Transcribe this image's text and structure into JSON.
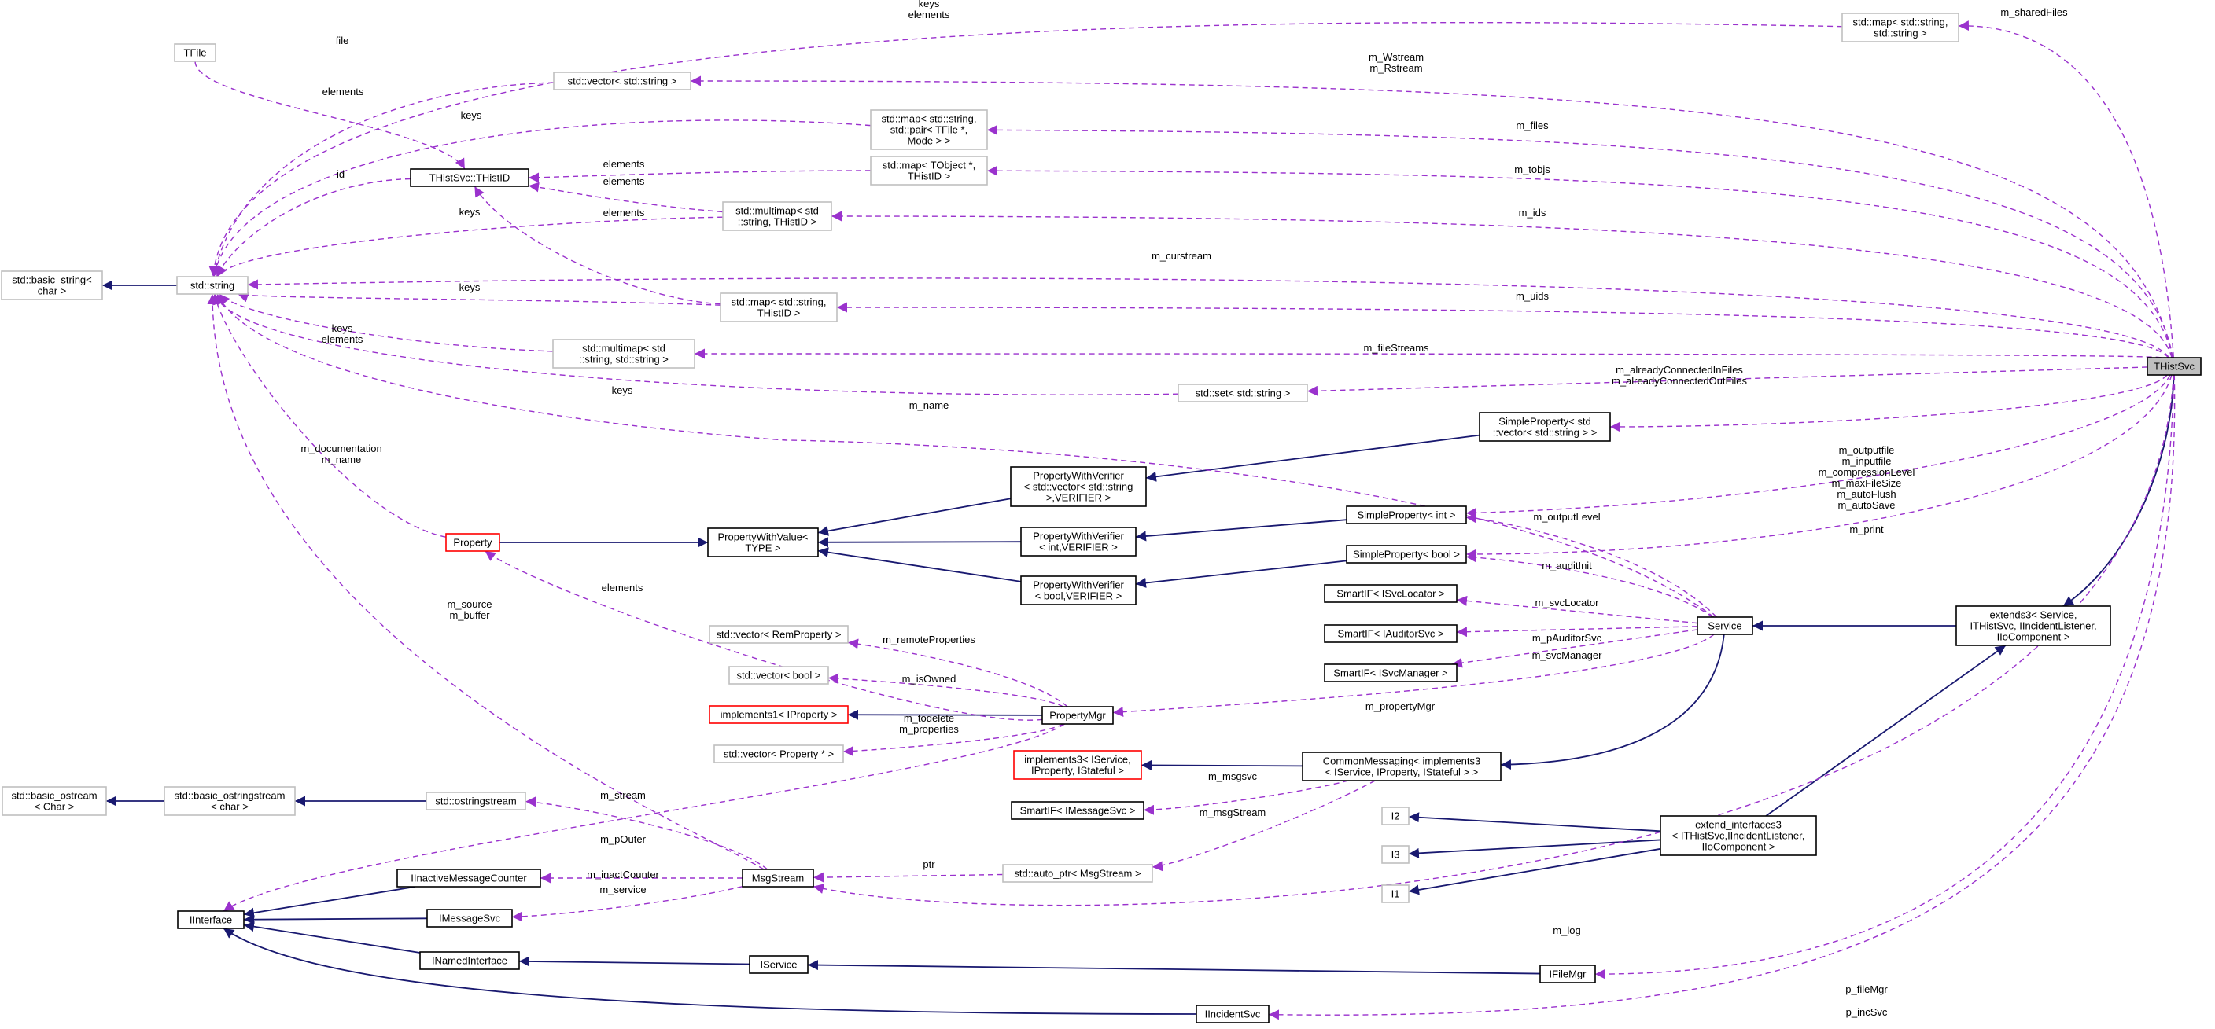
{
  "colors": {
    "inheritance_edge": "#191970",
    "usage_edge": "#9a32cd",
    "box_black": "#000000",
    "box_gray": "#bfbfbf",
    "box_red": "#ff0000",
    "box_highlight_fill": "#bfbfbf"
  },
  "nodes": {
    "TFile": [
      "TFile"
    ],
    "vector_string": [
      "std::vector< std::string >"
    ],
    "map_string_string": [
      "std::map< std::string,",
      "std::string >"
    ],
    "map_string_pair": [
      "std::map< std::string,",
      "std::pair< TFile *,",
      "Mode > >"
    ],
    "THistID": [
      "THistSvc::THistID"
    ],
    "map_TObject_THistID": [
      "std::map< TObject *,",
      "THistID >"
    ],
    "multimap_string_THistID": [
      "std::multimap< std",
      "::string, THistID >"
    ],
    "basic_string": [
      "std::basic_string<",
      "char >"
    ],
    "std_string": [
      "std::string"
    ],
    "map_string_THistID": [
      "std::map< std::string,",
      "THistID >"
    ],
    "multimap_string_string": [
      "std::multimap< std",
      "::string, std::string >"
    ],
    "set_string": [
      "std::set< std::string >"
    ],
    "SimpleProperty_vector": [
      "SimpleProperty< std",
      "::vector< std::string > >"
    ],
    "PWV_vector": [
      "PropertyWithVerifier",
      "< std::vector< std::string",
      ">,VERIFIER >"
    ],
    "SimpleProperty_int": [
      "SimpleProperty< int >"
    ],
    "Property": [
      "Property"
    ],
    "PropertyWithValue": [
      "PropertyWithValue<",
      "TYPE >"
    ],
    "PWV_int": [
      "PropertyWithVerifier",
      "< int,VERIFIER >"
    ],
    "SimpleProperty_bool": [
      "SimpleProperty< bool >"
    ],
    "PWV_bool": [
      "PropertyWithVerifier",
      "< bool,VERIFIER >"
    ],
    "SmartIF_ISvcLocator": [
      "SmartIF< ISvcLocator >"
    ],
    "SmartIF_IAuditorSvc": [
      "SmartIF< IAuditorSvc >"
    ],
    "SmartIF_ISvcManager": [
      "SmartIF< ISvcManager >"
    ],
    "Service": [
      "Service"
    ],
    "extends3": [
      "extends3< Service,",
      "ITHistSvc, IIncidentListener,",
      "IIoComponent >"
    ],
    "THistSvc": [
      "THistSvc"
    ],
    "vector_RemProperty": [
      "std::vector< RemProperty >"
    ],
    "vector_bool": [
      "std::vector< bool >"
    ],
    "implements1": [
      "implements1< IProperty >"
    ],
    "PropertyMgr": [
      "PropertyMgr"
    ],
    "vector_Property": [
      "std::vector< Property * >"
    ],
    "implements3": [
      "implements3< IService,",
      "IProperty, IStateful >"
    ],
    "CommonMessaging": [
      "CommonMessaging< implements3",
      "< IService, IProperty, IStateful > >"
    ],
    "SmartIF_IMessageSvc": [
      "SmartIF< IMessageSvc >"
    ],
    "basic_ostream": [
      "std::basic_ostream",
      "< Char >"
    ],
    "basic_ostringstream": [
      "std::basic_ostringstream",
      "< char >"
    ],
    "ostringstream": [
      "std::ostringstream"
    ],
    "I2": [
      "I2"
    ],
    "I3": [
      "I3"
    ],
    "I1": [
      "I1"
    ],
    "extend_interfaces3": [
      "extend_interfaces3",
      "< ITHistSvc,IIncidentListener,",
      "IIoComponent >"
    ],
    "IInactiveMessageCounter": [
      "IInactiveMessageCounter"
    ],
    "MsgStream": [
      "MsgStream"
    ],
    "auto_ptr_MsgStream": [
      "std::auto_ptr< MsgStream >"
    ],
    "IMessageSvc": [
      "IMessageSvc"
    ],
    "IInterface": [
      "IInterface"
    ],
    "INamedInterface": [
      "INamedInterface"
    ],
    "IService": [
      "IService"
    ],
    "IFileMgr": [
      "IFileMgr"
    ],
    "IIncidentSvc": [
      "IIncidentSvc"
    ]
  },
  "edge_labels": {
    "keys_elements_top": [
      "keys",
      "elements"
    ],
    "m_sharedFiles": [
      "m_sharedFiles"
    ],
    "file": [
      "file"
    ],
    "elements_vector": [
      "elements"
    ],
    "m_Wstream": [
      "m_Wstream",
      "m_Rstream"
    ],
    "keys_pair": [
      "keys"
    ],
    "m_files": [
      "m_files"
    ],
    "id": [
      "id"
    ],
    "elements_tobjs": [
      "elements"
    ],
    "elements_ids": [
      "elements"
    ],
    "m_tobjs": [
      "m_tobjs"
    ],
    "keys_multimap": [
      "keys"
    ],
    "elements_multimap": [
      "elements"
    ],
    "m_ids": [
      "m_ids"
    ],
    "m_curstream": [
      "m_curstream"
    ],
    "keys_uids": [
      "keys"
    ],
    "m_uids": [
      "m_uids"
    ],
    "keys_elements_mm": [
      "keys",
      "elements"
    ],
    "m_fileStreams": [
      "m_fileStreams"
    ],
    "keys_set": [
      "keys"
    ],
    "m_alreadyConnected": [
      "m_alreadyConnectedInFiles",
      "m_alreadyConnectedOutFiles"
    ],
    "m_name": [
      "m_name"
    ],
    "m_documentation": [
      "m_documentation",
      "m_name"
    ],
    "m_outputfile": [
      "m_outputfile",
      "m_inputfile"
    ],
    "m_compressionLevel": [
      "m_compressionLevel",
      "m_maxFileSize",
      "m_autoFlush",
      "m_autoSave"
    ],
    "m_outputLevel": [
      "m_outputLevel"
    ],
    "m_print": [
      "m_print"
    ],
    "m_auditInit": [
      "m_auditInit"
    ],
    "elements_property": [
      "elements"
    ],
    "m_source": [
      "m_source",
      "m_buffer"
    ],
    "m_svcLocator": [
      "m_svcLocator"
    ],
    "m_pAuditorSvc": [
      "m_pAuditorSvc"
    ],
    "m_svcManager": [
      "m_svcManager"
    ],
    "m_remoteProperties": [
      "m_remoteProperties"
    ],
    "m_isOwned": [
      "m_isOwned"
    ],
    "m_propertyMgr": [
      "m_propertyMgr"
    ],
    "m_todelete": [
      "m_todelete",
      "m_properties"
    ],
    "m_msgsvc": [
      "m_msgsvc"
    ],
    "m_msgStream": [
      "m_msgStream"
    ],
    "m_stream": [
      "m_stream"
    ],
    "m_pOuter": [
      "m_pOuter"
    ],
    "ptr": [
      "ptr"
    ],
    "m_inactCounter": [
      "m_inactCounter"
    ],
    "m_service": [
      "m_service"
    ],
    "m_log": [
      "m_log"
    ],
    "p_fileMgr": [
      "p_fileMgr"
    ],
    "p_incSvc": [
      "p_incSvc"
    ]
  }
}
